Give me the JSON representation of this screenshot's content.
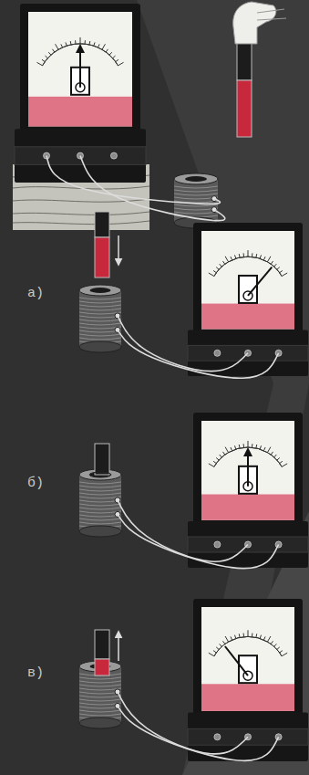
{
  "diagram": {
    "labels": [
      "а)",
      "б)",
      "в)"
    ]
  }
}
